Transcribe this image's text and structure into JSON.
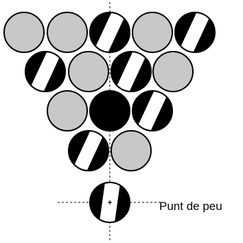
{
  "diagram": {
    "foot_spot_label": "Punt de peu",
    "colors": {
      "solid_ball": "#c8c8c8",
      "eight_ball": "#000000",
      "stripe_ball": "#000000",
      "stripe_band": "#ffffff",
      "outline": "#000000",
      "guide_line": "#000000"
    },
    "rows": [
      [
        "solid",
        "solid",
        "stripe",
        "solid",
        "stripe"
      ],
      [
        "stripe",
        "solid",
        "stripe",
        "solid"
      ],
      [
        "solid",
        "eight",
        "stripe"
      ],
      [
        "stripe",
        "solid"
      ],
      [
        "cue"
      ]
    ]
  }
}
